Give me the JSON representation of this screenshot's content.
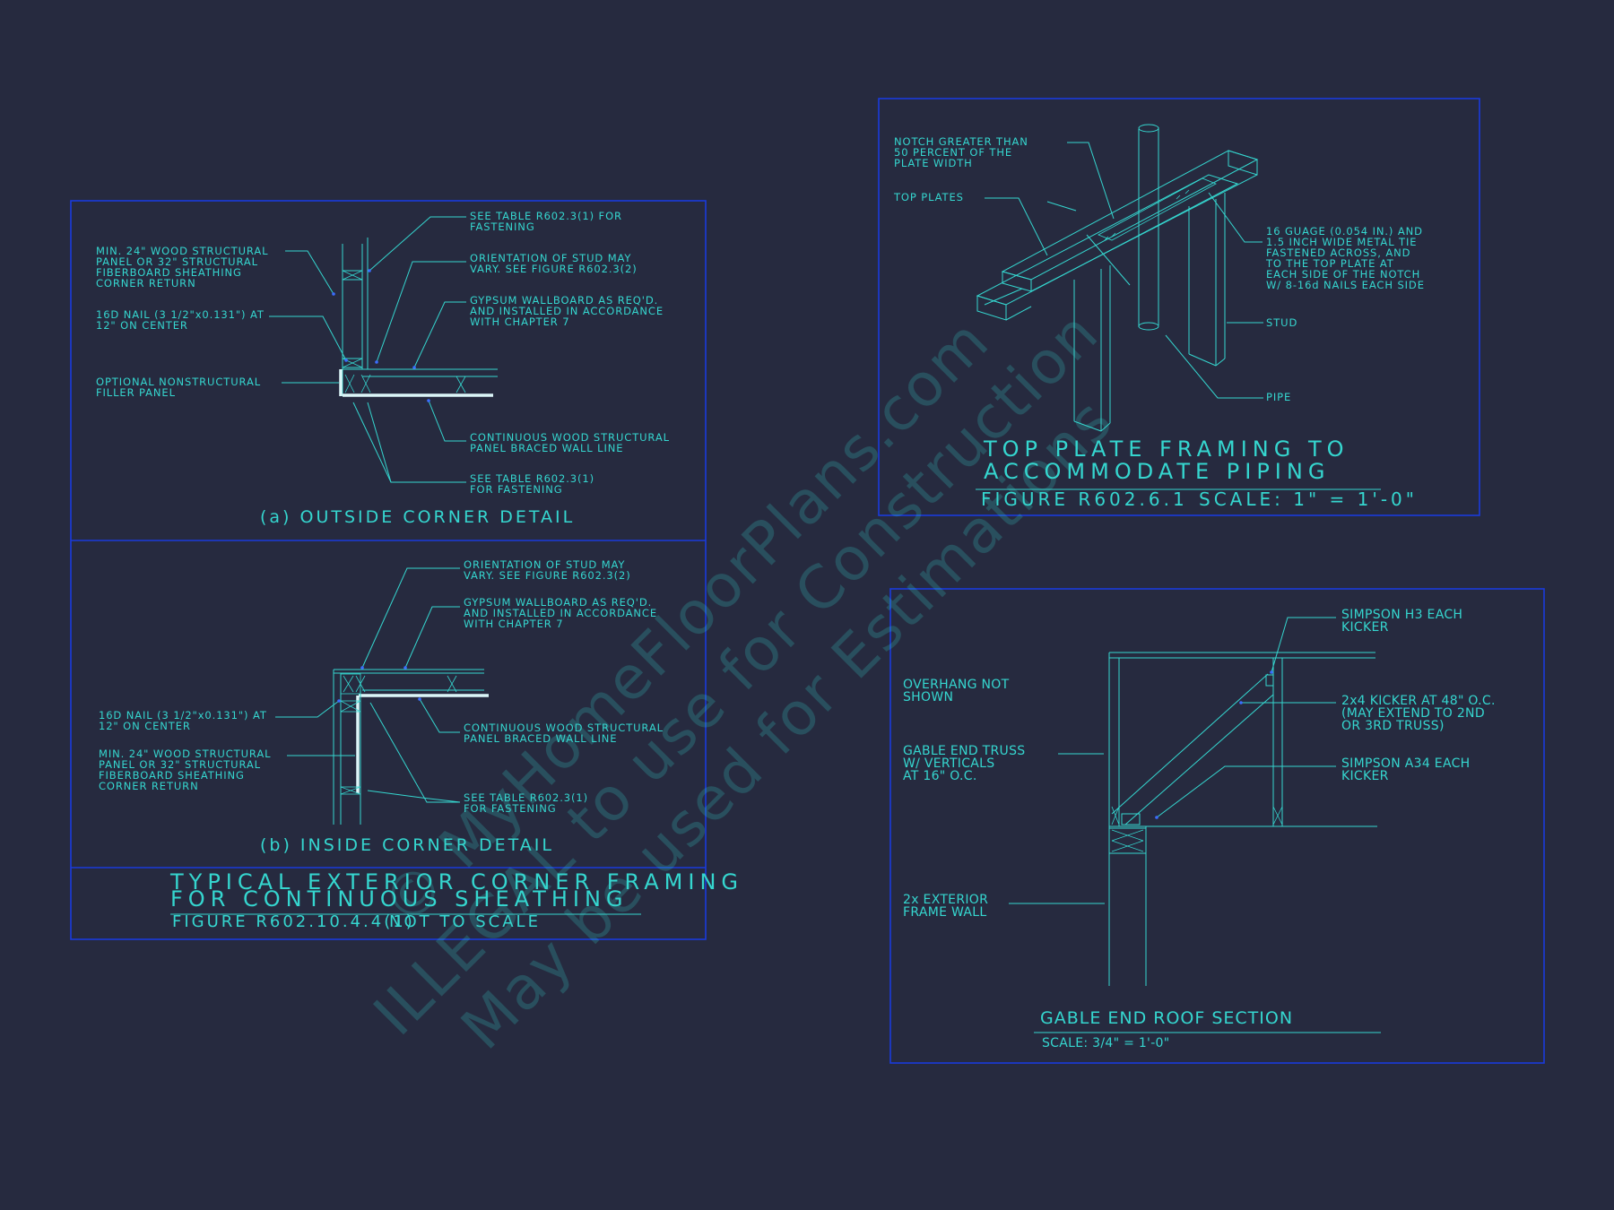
{
  "colors": {
    "background": "#262a3f",
    "linework": "#35d6cf",
    "frames": "#1a3bdc",
    "watermark": "#62667a"
  },
  "watermark": [
    "© MyHomeFloorPlans.com",
    "ILLEGAL to use for Construction",
    "May be used for Estimations"
  ],
  "corner_framing": {
    "outside": {
      "left_labels": [
        [
          "MIN. 24\" WOOD STRUCTURAL",
          "PANEL OR 32\" STRUCTURAL",
          "FIBERBOARD SHEATHING",
          "CORNER RETURN"
        ],
        [
          "16D NAIL (3 1/2\"x0.131\") AT",
          "12\" ON CENTER"
        ],
        [
          "OPTIONAL NONSTRUCTURAL",
          "FILLER PANEL"
        ]
      ],
      "right_labels": [
        [
          "SEE TABLE R602.3(1) FOR",
          "FASTENING"
        ],
        [
          "ORIENTATION OF STUD MAY",
          "VARY. SEE FIGURE R602.3(2)"
        ],
        [
          "GYPSUM WALLBOARD AS REQ'D.",
          "AND INSTALLED IN ACCORDANCE",
          "WITH CHAPTER 7"
        ],
        [
          "CONTINUOUS WOOD STRUCTURAL",
          "PANEL BRACED WALL LINE"
        ],
        [
          "SEE TABLE R602.3(1)",
          "FOR FASTENING"
        ]
      ],
      "caption": "(a) OUTSIDE CORNER DETAIL"
    },
    "inside": {
      "right_labels": [
        [
          "ORIENTATION OF STUD MAY",
          "VARY. SEE FIGURE R602.3(2)"
        ],
        [
          "GYPSUM WALLBOARD AS REQ'D.",
          "AND INSTALLED IN ACCORDANCE",
          "WITH CHAPTER 7"
        ],
        [
          "CONTINUOUS WOOD STRUCTURAL",
          "PANEL BRACED WALL LINE"
        ],
        [
          "SEE TABLE R602.3(1)",
          "FOR FASTENING"
        ]
      ],
      "left_labels": [
        [
          "16D NAIL (3 1/2\"x0.131\") AT",
          "12\" ON CENTER"
        ],
        [
          "MIN. 24\" WOOD STRUCTURAL",
          "PANEL OR 32\" STRUCTURAL",
          "FIBERBOARD SHEATHING",
          "CORNER RETURN"
        ]
      ],
      "caption": "(b) INSIDE CORNER DETAIL"
    },
    "title_line1": "TYPICAL EXTERIOR CORNER FRAMING",
    "title_line2": "FOR CONTINUOUS SHEATHING",
    "figure": "FIGURE R602.10.4.4(1)",
    "scale": "NOT TO SCALE"
  },
  "top_plate": {
    "labels": [
      [
        "NOTCH GREATER THAN",
        "50 PERCENT OF THE",
        "PLATE WIDTH"
      ],
      [
        "TOP PLATES"
      ],
      [
        "16 GUAGE (0.054 IN.) AND",
        "1.5 INCH WIDE METAL TIE",
        "FASTENED ACROSS, AND",
        "TO THE TOP PLATE AT",
        "EACH SIDE OF THE NOTCH",
        "W/ 8-16d NAILS EACH SIDE"
      ],
      [
        "STUD"
      ],
      [
        "PIPE"
      ]
    ],
    "title_line1": "TOP PLATE FRAMING TO",
    "title_line2": "ACCOMMODATE PIPING",
    "figure": "FIGURE R602.6.1",
    "scale": "SCALE: 1\" = 1'-0\""
  },
  "gable": {
    "left_labels": [
      [
        "OVERHANG NOT",
        "SHOWN"
      ],
      [
        "GABLE END TRUSS",
        "W/ VERTICALS",
        "AT 16\" O.C."
      ],
      [
        "2x EXTERIOR",
        "FRAME WALL"
      ]
    ],
    "right_labels": [
      [
        "SIMPSON H3 EACH",
        "KICKER"
      ],
      [
        "2x4 KICKER AT 48\" O.C.",
        "(MAY EXTEND TO 2ND",
        "OR 3RD TRUSS)"
      ],
      [
        "SIMPSON A34 EACH",
        "KICKER"
      ]
    ],
    "title": "GABLE END ROOF SECTION",
    "scale": "SCALE: 3/4\" = 1'-0\""
  }
}
